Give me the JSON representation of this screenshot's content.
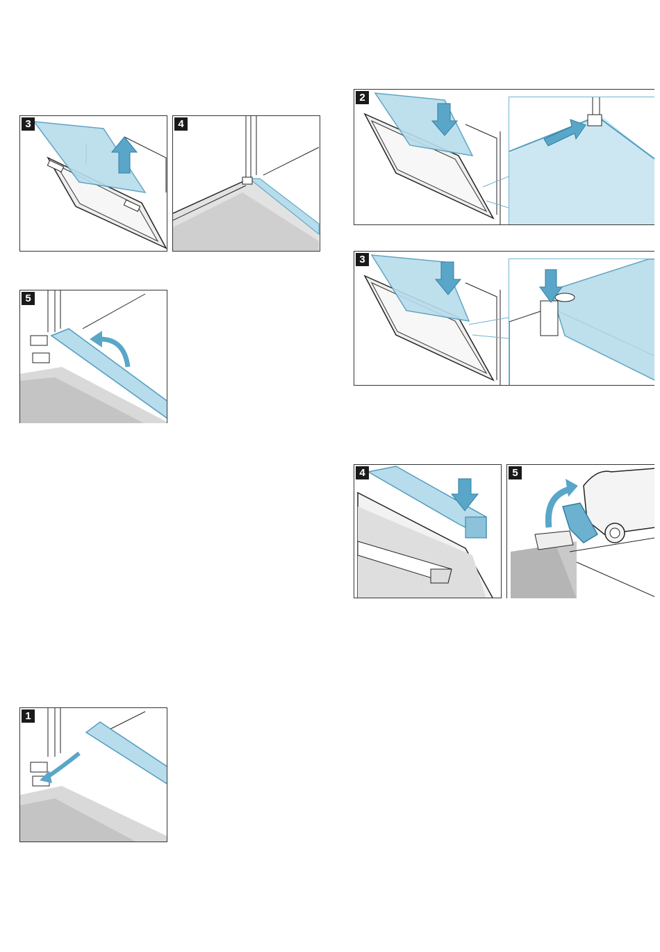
{
  "colors": {
    "glass": "#b7dceb",
    "glass_edge": "#4f9cbf",
    "arrow": "#5aa6c8",
    "line": "#222222",
    "floor": "#d6d6d6",
    "badge": "#1a1a1a",
    "detail_border": "#6fb3d2"
  },
  "left_column": {
    "fig_remove_glass": {
      "step": "3",
      "arrow_icon": "arrow-up-icon"
    },
    "fig_corner_clip": {
      "step": "4"
    },
    "fig_flip_strip": {
      "step": "5",
      "arrow_icon": "curved-arrow-icon"
    },
    "fig_attach_strip": {
      "step": "1",
      "arrow_icon": "curved-arrow-icon"
    }
  },
  "right_column": {
    "fig_insert_glass": {
      "step": "2",
      "arrow_icon": "arrow-down-icon"
    },
    "fig_seat_glass": {
      "step": "3",
      "arrow_icon": "arrow-down-icon"
    },
    "fig_press_cover": {
      "step": "4",
      "arrow_icon": "arrow-down-icon"
    },
    "fig_hinge_lever": {
      "step": "5",
      "arrow_icon": "curved-arrow-icon"
    }
  }
}
